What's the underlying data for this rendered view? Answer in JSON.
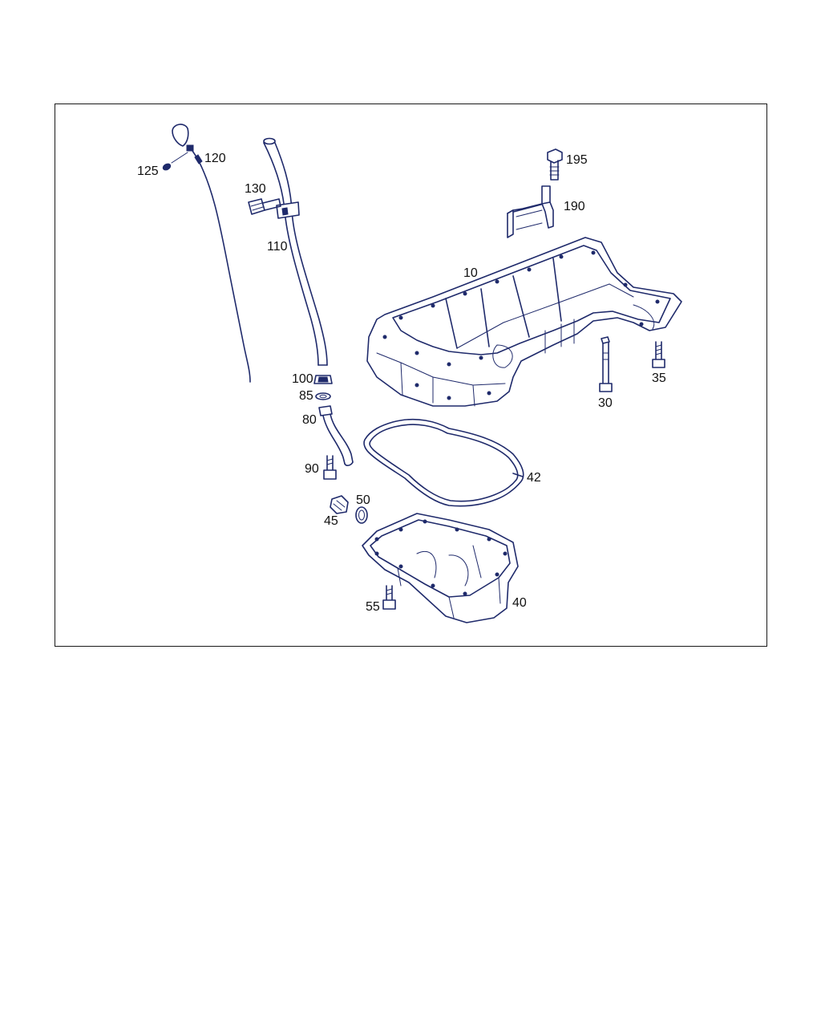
{
  "callouts": {
    "c10": "10",
    "c30": "30",
    "c35": "35",
    "c40": "40",
    "c42": "42",
    "c45": "45",
    "c50": "50",
    "c55": "55",
    "c80": "80",
    "c85": "85",
    "c90": "90",
    "c100": "100",
    "c110": "110",
    "c120": "120",
    "c125": "125",
    "c130": "130",
    "c190": "190",
    "c195": "195"
  },
  "colors": {
    "line": "#1f2a6b",
    "text": "#111111",
    "frame": "#1a1a1a",
    "background": "#ffffff"
  }
}
